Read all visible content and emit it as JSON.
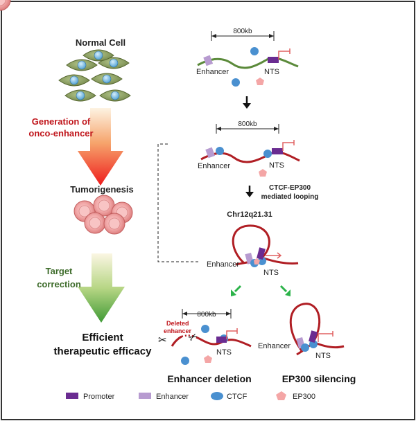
{
  "left": {
    "normal_cell": "Normal Cell",
    "generation_line1": "Generation of",
    "generation_line2": "onco-enhancer",
    "tumorigenesis": "Tumorigenesis",
    "target_line1": "Target",
    "target_line2": "correction",
    "efficient_line1": "Efficient",
    "efficient_line2": "therapeutic efficacy"
  },
  "right": {
    "scale_top": "800kb",
    "enhancer_top": "Enhancer",
    "nts_top": "NTS",
    "scale_mid": "800kb",
    "enhancer_mid": "Enhancer",
    "nts_mid": "NTS",
    "looping_line1": "CTCF-EP300",
    "looping_line2": "mediated looping",
    "locus": "Chr12q21.31",
    "enhancer_loop": "Enhancer",
    "nts_loop": "NTS",
    "scale_del": "800kb",
    "deleted_line1": "Deleted",
    "deleted_line2": "enhancer",
    "nts_del": "NTS",
    "enhancer_sil": "Enhancer",
    "nts_sil": "NTS",
    "caption_deletion": "Enhancer deletion",
    "caption_silencing": "EP300 silencing"
  },
  "legend": {
    "promoter": "Promoter",
    "enhancer": "Enhancer",
    "ctcf": "CTCF",
    "ep300": "EP300"
  },
  "colors": {
    "chromatin_normal": "#5b8a3a",
    "chromatin_tumor": "#b01e24",
    "promoter": "#6a2c91",
    "enhancer": "#b79bd0",
    "ctcf": "#4a90d0",
    "ep300": "#f4a6a6",
    "red_text": "#c0161c",
    "green_text": "#3d6b2a",
    "green_arrow": "#2cb34a"
  }
}
